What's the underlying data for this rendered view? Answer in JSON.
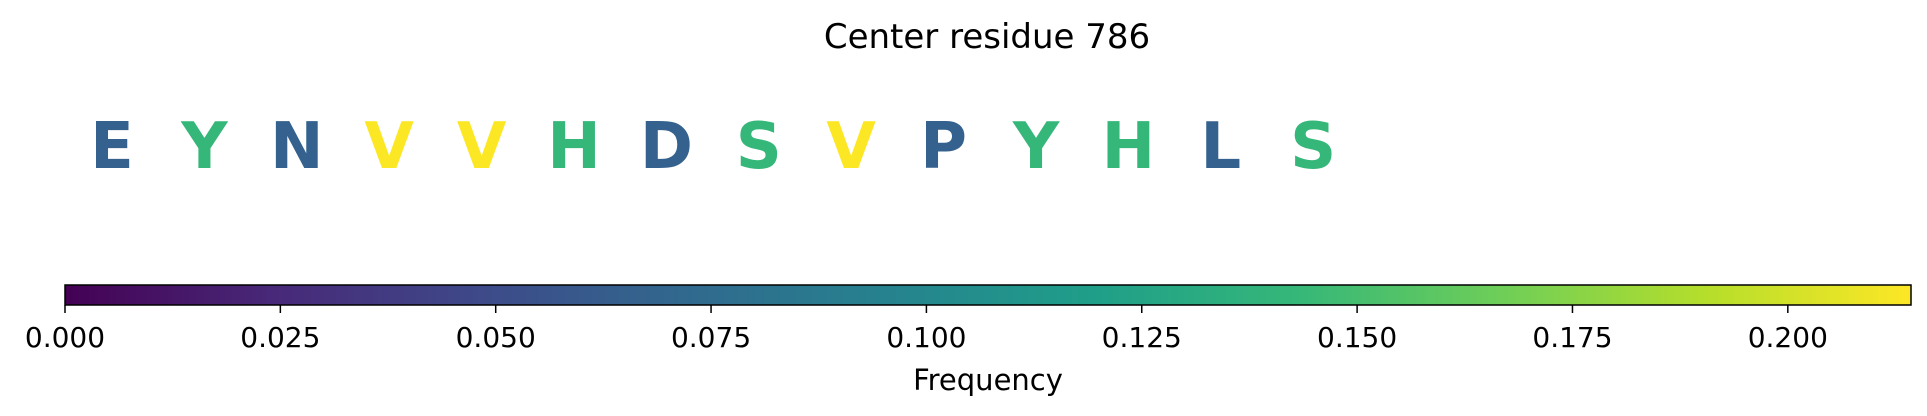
{
  "chart_data": {
    "type": "sequence-logo-colorbar",
    "title": "Center residue 786",
    "residues": [
      {
        "letter": "E",
        "frequency": 0.066
      },
      {
        "letter": "Y",
        "frequency": 0.143
      },
      {
        "letter": "N",
        "frequency": 0.066
      },
      {
        "letter": "V",
        "frequency": 0.214
      },
      {
        "letter": "V",
        "frequency": 0.214
      },
      {
        "letter": "H",
        "frequency": 0.143
      },
      {
        "letter": "D",
        "frequency": 0.066
      },
      {
        "letter": "S",
        "frequency": 0.143
      },
      {
        "letter": "V",
        "frequency": 0.214
      },
      {
        "letter": "P",
        "frequency": 0.066
      },
      {
        "letter": "Y",
        "frequency": 0.143
      },
      {
        "letter": "H",
        "frequency": 0.143
      },
      {
        "letter": "L",
        "frequency": 0.066
      },
      {
        "letter": "S",
        "frequency": 0.143
      }
    ],
    "colorbar": {
      "label": "Frequency",
      "range": [
        0,
        0.2143
      ],
      "ticks": [
        0.0,
        0.025,
        0.05,
        0.075,
        0.1,
        0.125,
        0.15,
        0.175,
        0.2
      ],
      "tick_labels": [
        "0.000",
        "0.025",
        "0.050",
        "0.075",
        "0.100",
        "0.125",
        "0.150",
        "0.175",
        "0.200"
      ],
      "colormap": "viridis",
      "colormap_stops": [
        "#440154",
        "#482878",
        "#3e4989",
        "#31688e",
        "#26828e",
        "#1f9e89",
        "#35b779",
        "#6ece58",
        "#b5de2b",
        "#fde725"
      ]
    }
  }
}
